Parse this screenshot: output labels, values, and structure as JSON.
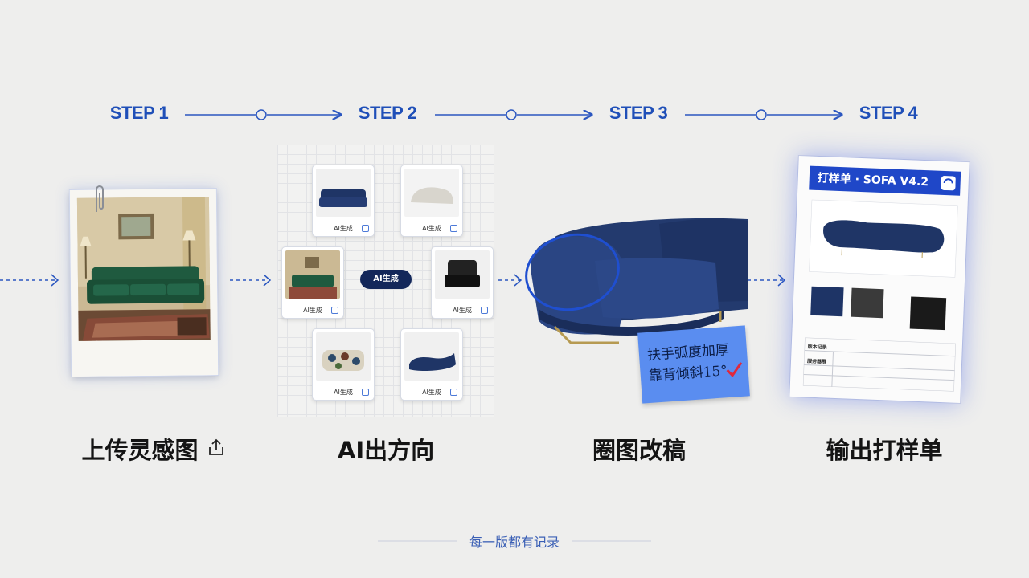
{
  "steps": [
    {
      "label": "STEP 1",
      "title": "上传灵感图"
    },
    {
      "label": "STEP 2",
      "title": "AI出方向"
    },
    {
      "label": "STEP 3",
      "title": "圈图改稿"
    },
    {
      "label": "STEP 4",
      "title": "输出打样单"
    }
  ],
  "ai_hub_label": "AI生成",
  "card_caption": "AI生成",
  "step3_note": {
    "line1": "扶手弧度加厚",
    "line2": "靠背倾斜15°"
  },
  "sheet": {
    "title": "打样单 · SOFA V4.2",
    "version_label": "版本记录",
    "service_label": "服务器展"
  },
  "footer": "每一版都有记录",
  "colors": {
    "accent": "#1f4fb8",
    "sofa_green": "#1f5a3f",
    "sofa_navy": "#1f3566",
    "hub_dark": "#13275a",
    "sheet_blue": "#1f47c8",
    "note_blue": "#5a8df0"
  }
}
